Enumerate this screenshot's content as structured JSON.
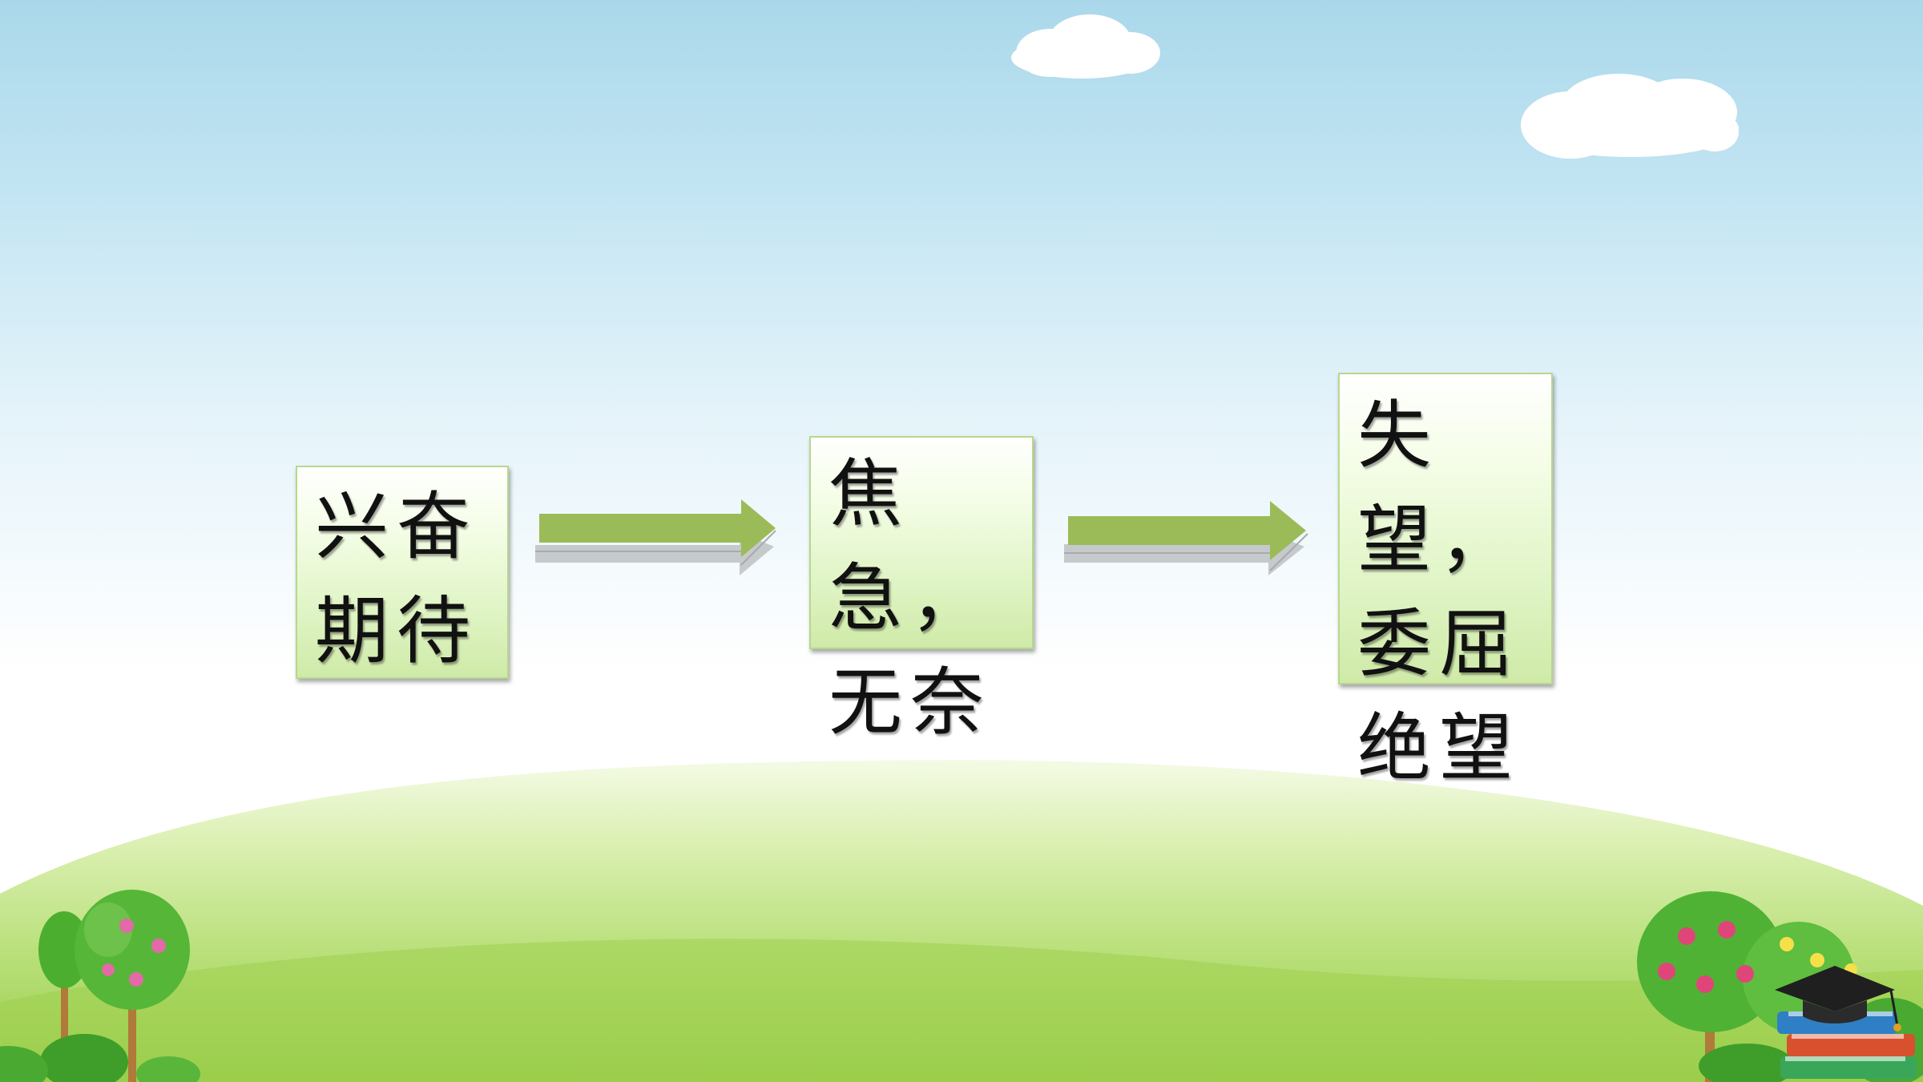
{
  "flow": {
    "stage1": "兴奋期待",
    "stage2": "焦急，无奈",
    "stage3": "失望，委屈绝望"
  },
  "colors": {
    "box_border": "#b7d88c",
    "box_fill": "#dff4c4",
    "arrow": "#9bbb59",
    "grass": "#a8d65a",
    "sky": "#aad8ea"
  },
  "icons": [
    "cloud-icon",
    "tree-icon",
    "graduation-cap-icon",
    "book-stack-icon"
  ]
}
